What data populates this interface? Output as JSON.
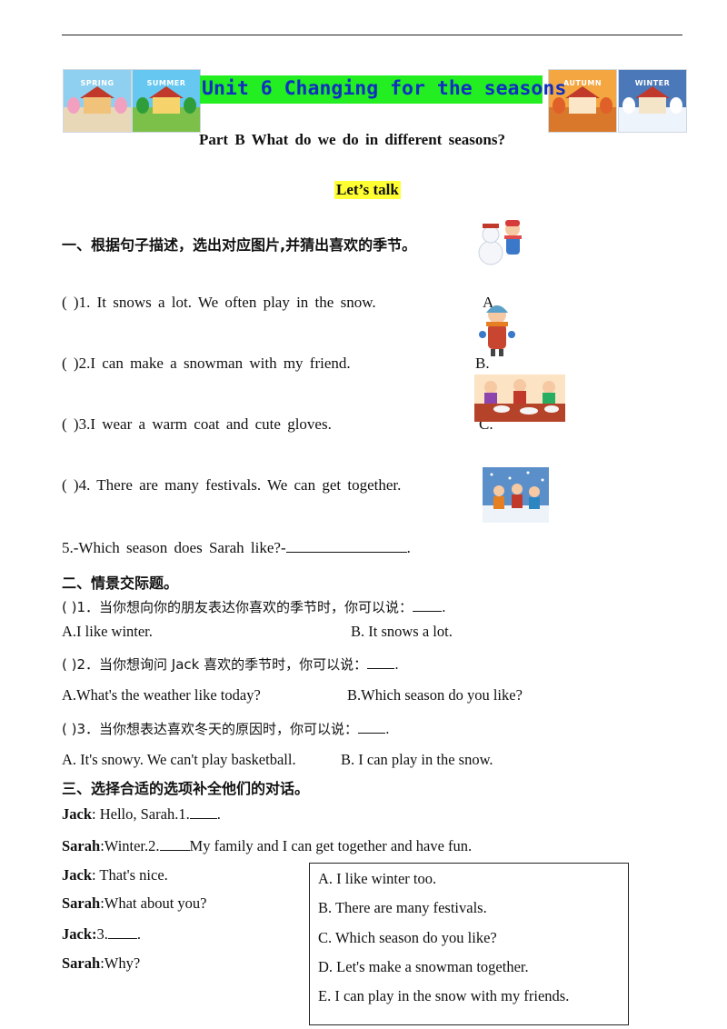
{
  "header": {
    "seasons": [
      {
        "label": "SPRING",
        "sky": "#8fd0f0",
        "ground": "#e9d8b8",
        "tree": "#f2a0c0"
      },
      {
        "label": "SUMMER",
        "sky": "#66c8f0",
        "ground": "#7cc04a",
        "tree": "#2f9e3a"
      },
      {
        "label": "AUTUMN",
        "sky": "#f4a640",
        "ground": "#d9772b",
        "tree": "#e0602a"
      },
      {
        "label": "WINTER",
        "sky": "#4a78b8",
        "ground": "#eef4fb",
        "tree": "#ffffff"
      }
    ],
    "title": "Unit 6 Changing for the seasons",
    "title_color": "#1030c0",
    "title_bg": "#22ee22",
    "subtitle": "Part B  What  do  we  do  in  different  seasons?",
    "lets_talk": "Let’s  talk",
    "lets_talk_bg": "#ffff33"
  },
  "section1": {
    "heading": "一、根据句子描述，选出对应图片,并猜出喜欢的季节。",
    "questions": [
      {
        "paren": "(        )",
        "text": "1.  It  snows  a  lot.  We  often  play  in  the  snow."
      },
      {
        "paren": "(        )",
        "text": "2.I  can  make  a  snowman  with  my  friend."
      },
      {
        "paren": "(        )",
        "text": "3.I  wear  a  warm  coat  and  cute  gloves."
      },
      {
        "paren": "(        )",
        "text": "4.  There  are  many  festivals.  We  can  get  together."
      }
    ],
    "option_letters": [
      "A.",
      "B.",
      "C."
    ],
    "q5": "5.-Which  season  does  Sarah  like?-",
    "q5_end": "."
  },
  "section2": {
    "heading": "二、情景交际题。",
    "items": [
      {
        "paren": "(    )",
        "text": "1．当你想向你的朋友表达你喜欢的季节时，你可以说：",
        "end": ".",
        "a": "A.I like  winter.",
        "b": "B. It snows a lot."
      },
      {
        "paren": "(    )",
        "text": "2．当你想询问 Jack 喜欢的季节时，你可以说：",
        "end": ".",
        "a": "A.What's the weather like today?",
        "b": "B.Which season do you like?"
      },
      {
        "paren": "(    )",
        "text": "3．当你想表达喜欢冬天的原因时，你可以说：",
        "end": ".",
        "a": "A. It's snowy. We can't play basketball.",
        "b": "B. I can play in the snow."
      }
    ]
  },
  "section3": {
    "heading": "三、选择合适的选项补全他们的对话。",
    "dialog": [
      {
        "name": "Jack",
        "sep": ": ",
        "text": "Hello, Sarah.1.",
        "end": "."
      },
      {
        "name": "Sarah",
        "sep": ":",
        "text": "Winter.2.",
        "after": "My family and I can get together and have fun."
      },
      {
        "name": "Jack",
        "sep": ": ",
        "text": "That's nice."
      },
      {
        "name": "Sarah",
        "sep": ":",
        "text": "What about you?"
      },
      {
        "name": "Jack:",
        "sep": "",
        "text": "3.",
        "end": "."
      },
      {
        "name": "Sarah",
        "sep": ":",
        "text": "Why?"
      }
    ],
    "options": [
      "A. I like winter too.",
      "B. There are many festivals.",
      "C. Which season do you like?",
      "D. Let's make a snowman together.",
      "E. I can play in the snow with my friends."
    ]
  }
}
